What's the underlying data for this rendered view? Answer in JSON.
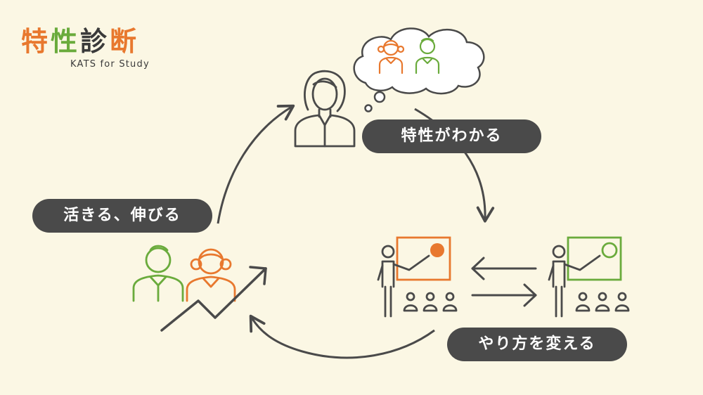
{
  "logo": {
    "chars": [
      "特",
      "性",
      "診",
      "断"
    ],
    "subtitle": "KATS for Study"
  },
  "steps": {
    "understand": "特性がわかる",
    "change_method": "やり方を変える",
    "grow": "活きる、伸びる"
  },
  "colors": {
    "background": "#fbf7e4",
    "pill": "#4a4a4a",
    "line": "#4a4a4a",
    "orange": "#e8782e",
    "green": "#6aab3c"
  }
}
